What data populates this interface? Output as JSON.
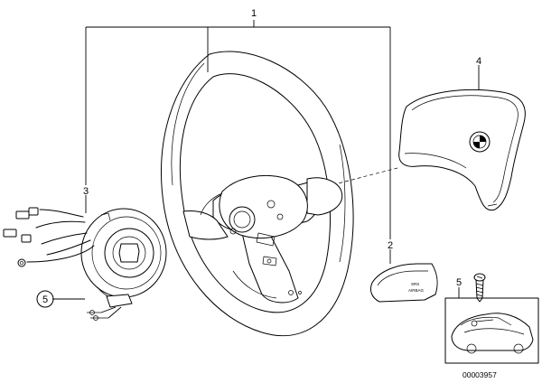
{
  "callouts": {
    "steering_wheel": "1",
    "horn_cover_bottom": "2",
    "slip_ring": "3",
    "airbag_module": "4",
    "screw": "5",
    "slip_ring_ref": "5"
  },
  "horn_cover_text": {
    "line1": "SRS",
    "line2": "AIRBAG"
  },
  "image_number": "00003957"
}
